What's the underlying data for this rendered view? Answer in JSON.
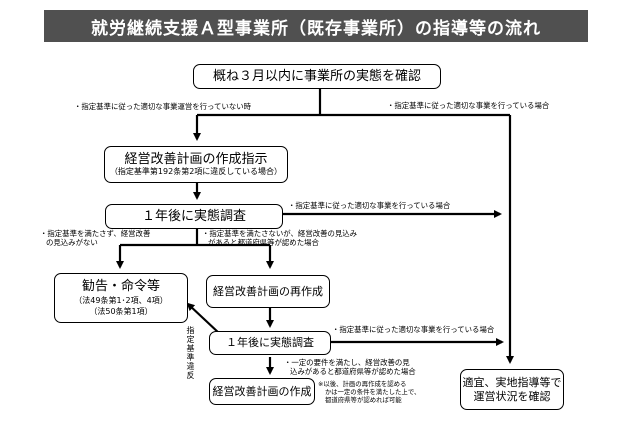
{
  "title": "就労継続支援Ａ型事業所（既存事業所）の指導等の流れ",
  "boxes": {
    "confirm": "概ね３月以内に事業所の実態を確認",
    "order_main": "経営改善計画の作成指示",
    "order_sub": "（指定基準第192条第2項に違反している場合）",
    "survey1": "１年後に実態調査",
    "advice_main": "勧告・命令等",
    "advice_sub1": "（法49条第1･2項、4項）",
    "advice_sub2": "（法50条第1項）",
    "recreate": "経営改善計画の再作成",
    "survey2": "１年後に実態調査",
    "create": "経営改善計画の作成",
    "guidance_line1": "適宜、実地指導等で",
    "guidance_line2": "運営状況を確認"
  },
  "labels": {
    "not_compliant": "・指定基準に従った適切な事業運営を行っていない時",
    "compliant_top": "・指定基準に従った適切な事業を行っている場合",
    "compliant_mid": "・指定基準に従った適切な事業を行っている場合",
    "fail_line1": "・指定基準を満たさず、経営改善",
    "fail_line2": "の見込みがない",
    "prospect_line1": "・指定基準を満たさないが、経営改善の見込み",
    "prospect_line2": "があると都道府県等が認めた場合",
    "compliant_low": "・指定基準に従った適切な事業を行っている場合",
    "cond_line1": "・一定の要件を満たし、経営改善の見",
    "cond_line2": "込みがあると都道府県等が認めた場合",
    "note_line1": "※以後、計画の再作成を認める",
    "note_line2": "かは一定の条件を満たした上で、",
    "note_line3": "都道府県等が認めれば可能",
    "violation": "指定基準違反"
  },
  "colors": {
    "title_bg": "#505050",
    "title_text": "#ffffff",
    "line": "#000000"
  }
}
